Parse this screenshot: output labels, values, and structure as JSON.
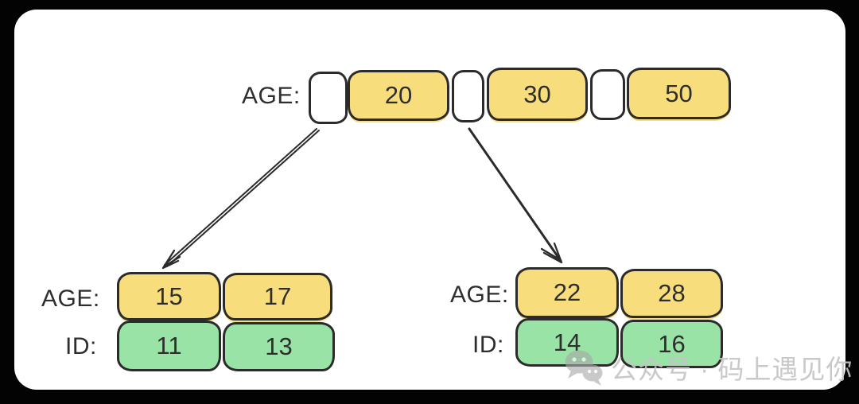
{
  "root_node": {
    "label": "AGE:",
    "keys": [
      "20",
      "30",
      "50"
    ],
    "pointer_cells": 3
  },
  "left_leaf": {
    "age_label": "AGE:",
    "id_label": "ID:",
    "ages": [
      "15",
      "17"
    ],
    "ids": [
      "11",
      "13"
    ]
  },
  "right_leaf": {
    "age_label": "AGE:",
    "id_label": "ID:",
    "ages": [
      "22",
      "28"
    ],
    "ids": [
      "14",
      "16"
    ]
  },
  "watermark": {
    "icon": "wechat-icon",
    "text": "公众号 · 码上遇见你"
  },
  "colors": {
    "key_fill": "#F8DD7C",
    "id_fill": "#99E3A6",
    "stroke": "#2b2b2b",
    "canvas": "#ffffff",
    "frame": "#030303",
    "watermark": "#c5c5c5"
  }
}
